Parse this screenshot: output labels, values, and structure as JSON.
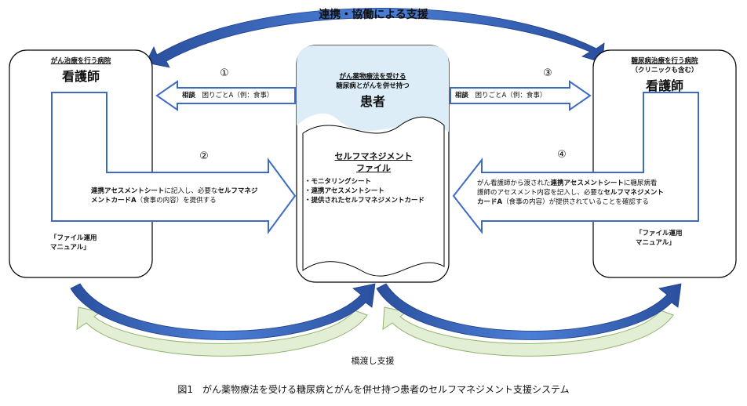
{
  "top_label": "連携・協働による支援",
  "bottom_label": "橋渡し支援",
  "caption": "図1　がん薬物療法を受ける糖尿病とがんを併せ持つ患者のセルフマネジメント支援システム",
  "left_box": {
    "subtitle": "がん治療を行う病院",
    "title": "看護師",
    "note_line1": "「ファイル運用",
    "note_line2": "マニュアル」"
  },
  "right_box": {
    "subtitle_line1": "糖尿病治療を行う病院",
    "subtitle_line2": "（クリニックも含む）",
    "title": "看護師",
    "note_line1": "「ファイル運用",
    "note_line2": "マニュアル」"
  },
  "center_box": {
    "subtitle_line1": "がん薬物療法を受ける",
    "subtitle_line2": "糖尿病とがんを併せ持つ",
    "title": "患者",
    "file_title_line1": "セルフマネジメント",
    "file_title_line2": "ファイル",
    "items": [
      "・モニタリングシート",
      "・連携アセスメントシート",
      "・提供されたセルフマネジメントカード"
    ]
  },
  "steps": {
    "one": {
      "number": "①",
      "bold": "相談",
      "text": "　困りごとA（例：食事）"
    },
    "three": {
      "number": "③",
      "bold": "相談",
      "text": "　困りごとA（例：食事）"
    },
    "two": {
      "number": "②",
      "b1": "連携アセスメントシート",
      "t1": "に記入し、必要な",
      "b2": "セルフマネジ",
      "b3": "メントカードA",
      "t2": "（食事の内容）を提供する"
    },
    "four": {
      "number": "④",
      "t1": "がん看護師から渡された",
      "b1": "連携アセスメントシート",
      "t2": "に糖尿病看",
      "t3": "護師のアセスメント内容を記入し、必要な",
      "b2": "セルフマネジメント",
      "b3": "カードA",
      "t4": "（食事の内容）が提供されていることを確認する"
    }
  },
  "colors": {
    "blue_arrow": "#3d6bc4",
    "blue_arrow_dark": "#1f3f8a",
    "green_arrow": "#e3efd4",
    "green_outline": "#8fb36e",
    "patient_fill": "#dcedf7"
  }
}
